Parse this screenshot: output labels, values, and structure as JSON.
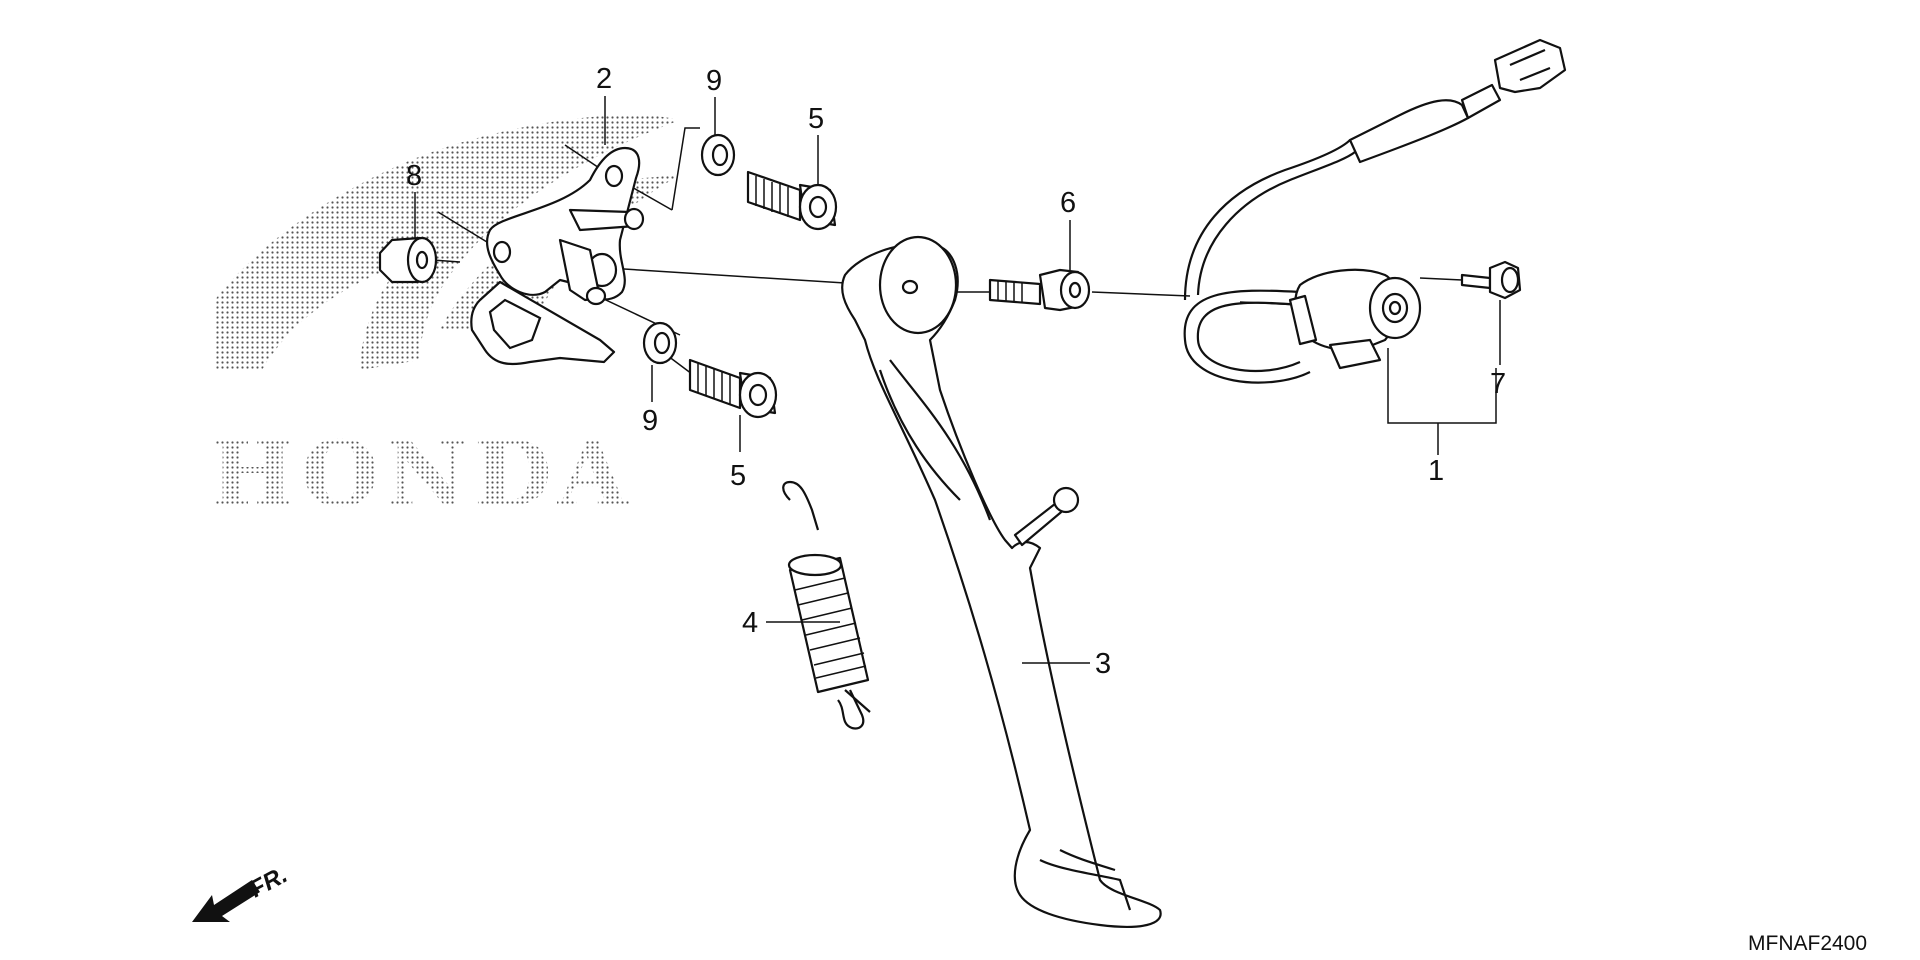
{
  "callouts": {
    "c1": "1",
    "c2": "2",
    "c3": "3",
    "c4": "4",
    "c5a": "5",
    "c5b": "5",
    "c6": "6",
    "c7": "7",
    "c8": "8",
    "c9a": "9",
    "c9b": "9"
  },
  "watermark": {
    "brand": "HONDA"
  },
  "direction": {
    "label": "FR."
  },
  "diagram_code": "MFNAF2400",
  "icons": {
    "front_arrow": "front-direction-arrow-icon",
    "watermark": "honda-wing-logo"
  },
  "colors": {
    "ink": "#111111",
    "background": "#ffffff",
    "watermark_dots": "#555555"
  }
}
